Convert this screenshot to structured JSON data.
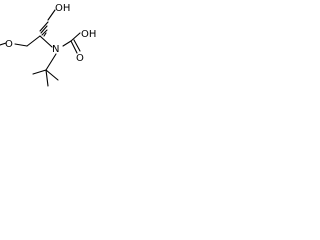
{
  "molecule": {
    "atoms": {
      "hydroxyl": "OH",
      "ether_oxygen": "O",
      "nitrogen": "N",
      "acid_hydroxyl": "OH",
      "carbonyl_oxygen": "O"
    }
  },
  "colors": {
    "background": "#ffffff",
    "ink": "#000000"
  }
}
